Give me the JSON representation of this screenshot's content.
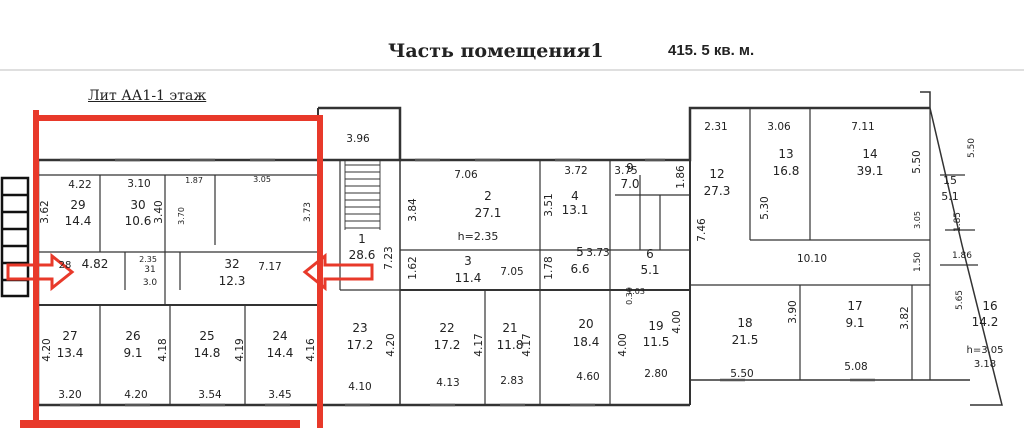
{
  "header": {
    "title": "Часть помещения1",
    "area": "415. 5 кв. м.",
    "floor": "Лит АА1-1 этаж"
  },
  "rooms": [
    {
      "n": "29",
      "a": "14.4"
    },
    {
      "n": "30",
      "a": "10.6"
    },
    {
      "n": "28",
      "a": "4.82"
    },
    {
      "n": "31",
      "a": "3.0"
    },
    {
      "n": "32",
      "a": "12.3"
    },
    {
      "n": "27",
      "a": "13.4"
    },
    {
      "n": "26",
      "a": "9.1"
    },
    {
      "n": "25",
      "a": "14.8"
    },
    {
      "n": "24",
      "a": "14.4"
    },
    {
      "n": "1",
      "a": "28.6"
    },
    {
      "n": "23",
      "a": "17.2"
    },
    {
      "n": "2",
      "a": "27.1"
    },
    {
      "n": "3",
      "a": "11.4"
    },
    {
      "n": "22",
      "a": "17.2"
    },
    {
      "n": "21",
      "a": "11.8"
    },
    {
      "n": "4",
      "a": "13.1"
    },
    {
      "n": "5",
      "a": "6.6"
    },
    {
      "n": "20",
      "a": "18.4"
    },
    {
      "n": "9",
      "a": "7.0"
    },
    {
      "n": "6",
      "a": "5.1"
    },
    {
      "n": "19",
      "a": "11.5"
    },
    {
      "n": "12",
      "a": "27.3"
    },
    {
      "n": "13",
      "a": "16.8"
    },
    {
      "n": "14",
      "a": "39.1"
    },
    {
      "n": "15",
      "a": "5.1"
    },
    {
      "n": "16",
      "a": "14.2"
    },
    {
      "n": "17",
      "a": "9.1"
    },
    {
      "n": "18",
      "a": "21.5"
    }
  ],
  "dims": {
    "d1": "4.22",
    "d2": "3.10",
    "d3": "1.87",
    "d4": "3.05",
    "d5": "3.96",
    "d6": "7.06",
    "d7": "3.72",
    "d8": "3.75",
    "d9": "2.31",
    "d10": "3.06",
    "d11": "7.11",
    "d12": "5.50",
    "d13": "3.62",
    "d14": "3.40",
    "d15": "3.70",
    "d16": "3.73",
    "d17": "3.84",
    "d18": "3.51",
    "d19": "1.86",
    "d20": "7.46",
    "d21": "5.30",
    "d22": "5.50",
    "d23": "7.23",
    "d24": "7.17",
    "d25": "7.05",
    "d26": "3.73",
    "d27": "1.62",
    "d28": "1.78",
    "d29": "10.10",
    "d30": "1.85",
    "d31": "1.86",
    "d32": "1.50",
    "d33": "4.20",
    "d34": "4.18",
    "d35": "4.19",
    "d36": "4.16",
    "d37": "4.20",
    "d38": "4.17",
    "d39": "4.17",
    "d40": "4.00",
    "d41": "4.00",
    "d42": "3.90",
    "d43": "3.82",
    "d44": "5.65",
    "d45": "3.20",
    "d46": "4.20",
    "d47": "3.54",
    "d48": "3.45",
    "d49": "4.10",
    "d50": "4.13",
    "d51": "2.83",
    "d52": "4.60",
    "d53": "2.80",
    "d54": "5.50",
    "d55": "5.08",
    "d56": "3.18",
    "d57": "0.30",
    "d58": "1.03",
    "d59": "2.35",
    "d60": "3.05"
  },
  "labels": {
    "h1": "h=2.35",
    "h2": "h=3.05"
  },
  "colors": {
    "highlight": "#e8392a",
    "line": "#333333"
  },
  "icons": [
    "arrow-right-icon",
    "arrow-left-icon",
    "stair-icon"
  ]
}
